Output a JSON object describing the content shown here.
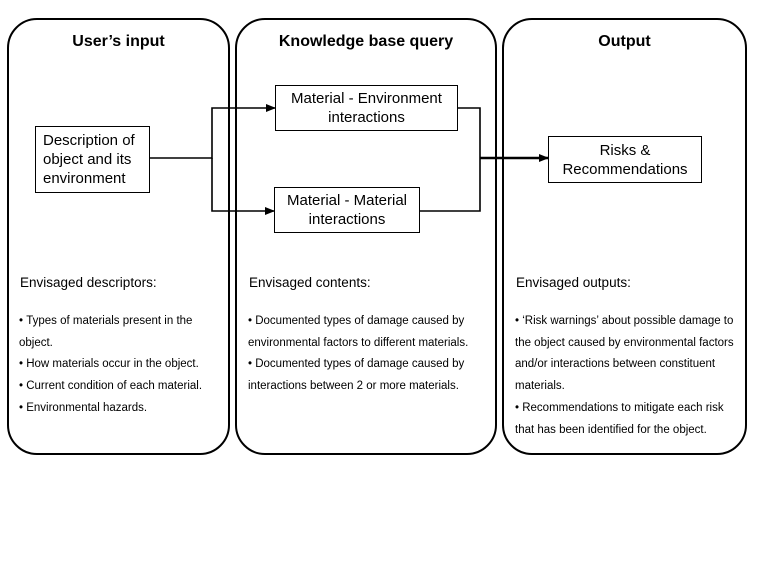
{
  "panels": {
    "user_input": {
      "title": "User’s input",
      "box": "Description of object and its environment",
      "heading": "Envisaged descriptors:",
      "items": [
        "Types of materials present in the object.",
        "How materials occur in the object.",
        "Current condition of each material.",
        "Environmental hazards."
      ]
    },
    "knowledge": {
      "title": "Knowledge base query",
      "box_env": "Material - Environment interactions",
      "box_mat": "Material - Material interactions",
      "heading": "Envisaged contents:",
      "items": [
        "Documented types of damage caused by environmental factors to different materials.",
        "Documented types of damage caused by interactions between 2 or more materials."
      ]
    },
    "output": {
      "title": "Output",
      "box": "Risks & Recommendations",
      "heading": "Envisaged outputs:",
      "items": [
        "‘Risk warnings’ about possible damage to the object caused by environmental factors and/or interactions between constituent materials.",
        "Recommendations to mitigate each risk that has been identified for the object."
      ]
    }
  }
}
